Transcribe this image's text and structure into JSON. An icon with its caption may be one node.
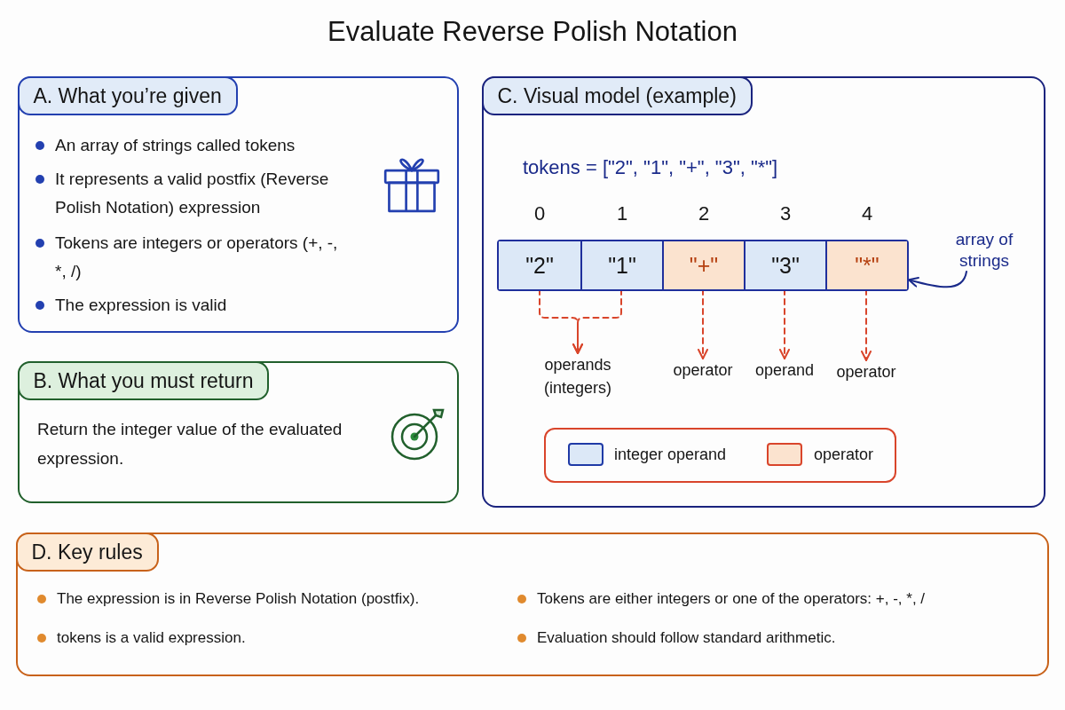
{
  "diagram": {
    "title": "Evaluate Reverse Polish Notation",
    "nodes": [
      {
        "text": [
          "A. What you’re given",
          "An array of strings called tokens",
          "It represents a valid postfix (Reverse Polish Notation) expression",
          "Tokens are integers or operators (+, -, *, /)",
          "The expression is valid"
        ]
      },
      {
        "text": [
          "B. What you must return",
          "Return the integer value of the evaluated expression."
        ]
      },
      {
        "text": [
          "C. Visual model (example)",
          "tokens = [\"2\", \"1\", \"+\", \"3\", \"*\"]"
        ]
      },
      {
        "text": [],
        "shape": "box",
        "in": 2
      },
      {
        "text": [
          "\"2\""
        ],
        "in": 3,
        "beside": [
          "0"
        ]
      },
      {
        "text": [
          "\"1\""
        ],
        "in": 3,
        "beside": [
          "1"
        ]
      },
      {
        "text": [
          "\"+\""
        ],
        "in": 3,
        "beside": [
          "2"
        ]
      },
      {
        "text": [
          "\"3\""
        ],
        "in": 3,
        "beside": [
          "3"
        ]
      },
      {
        "text": [
          "\"*\""
        ],
        "in": 3,
        "beside": [
          "4"
        ]
      },
      {
        "text": [
          "array of strings"
        ],
        "in": 2
      },
      {
        "text": [
          "operands (integers)"
        ],
        "in": 2
      },
      {
        "text": [
          "operator"
        ],
        "in": 2
      },
      {
        "text": [
          "operand"
        ],
        "in": 2
      },
      {
        "text": [
          "operator"
        ],
        "in": 2
      },
      {
        "text": [
          "D. Key rules",
          "The expression is in Reverse Polish Notation (postfix).",
          "tokens is a valid expression.",
          "Tokens are either integers or one of the operators: +, -, *, /",
          "Evaluation should follow standard arithmetic."
        ]
      }
    ],
    "edges": [
      {
        "from": 9,
        "to": 3,
        "arrow": "to",
        "color": "#1a2a8a"
      },
      {
        "from": 4,
        "to": 10,
        "arrow": "to",
        "style": "dashed",
        "color": "#d9452b"
      },
      {
        "from": 5,
        "to": 10,
        "arrow": "to",
        "style": "dashed",
        "color": "#d9452b"
      },
      {
        "from": 6,
        "to": 11,
        "arrow": "to",
        "style": "dashed",
        "color": "#d9452b"
      },
      {
        "from": 7,
        "to": 12,
        "arrow": "to",
        "style": "dashed",
        "color": "#d9452b"
      },
      {
        "from": 8,
        "to": 13,
        "arrow": "to",
        "style": "dashed",
        "color": "#d9452b"
      }
    ],
    "legend": [
      {
        "text": "integer operand",
        "color": "#dce8f7"
      },
      {
        "text": "operator",
        "color": "#fbe3cf"
      }
    ]
  }
}
